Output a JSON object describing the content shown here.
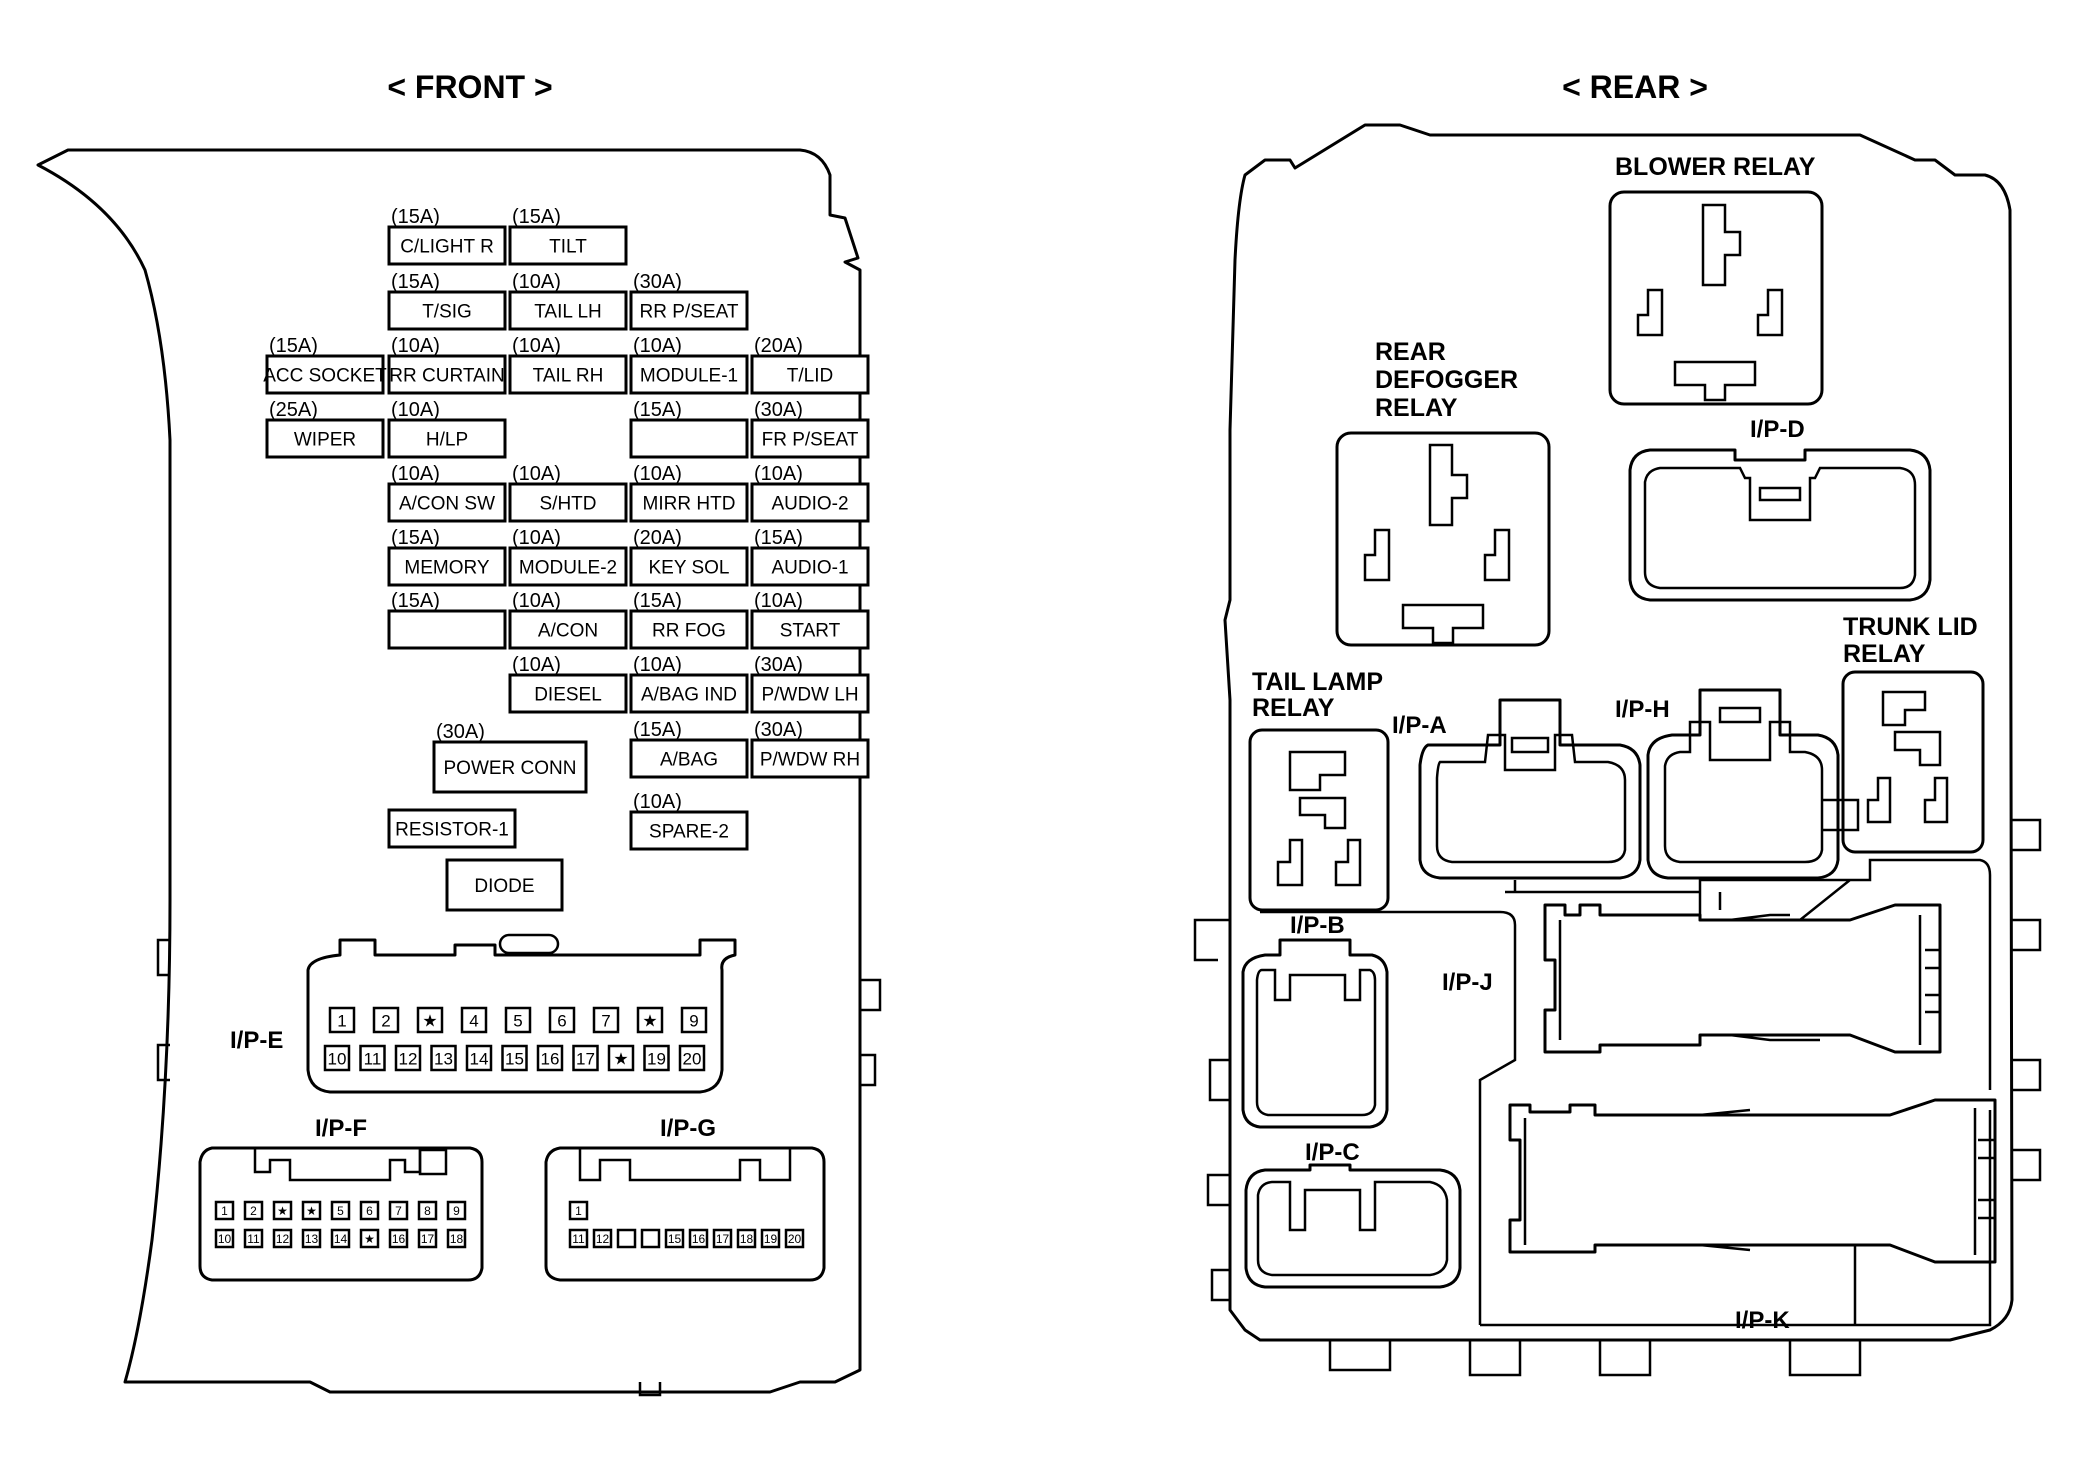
{
  "headings": {
    "front": "< FRONT >",
    "rear": "< REAR >"
  },
  "fuses": [
    {
      "amp": "(15A)",
      "label": "C/LIGHT R"
    },
    {
      "amp": "(15A)",
      "label": "TILT"
    },
    {
      "amp": "(15A)",
      "label": "T/SIG"
    },
    {
      "amp": "(10A)",
      "label": "TAIL LH"
    },
    {
      "amp": "(30A)",
      "label": "RR P/SEAT"
    },
    {
      "amp": "(15A)",
      "label": "ACC SOCKET"
    },
    {
      "amp": "(10A)",
      "label": "RR CURTAIN"
    },
    {
      "amp": "(10A)",
      "label": "TAIL RH"
    },
    {
      "amp": "(10A)",
      "label": "MODULE-1"
    },
    {
      "amp": "(20A)",
      "label": "T/LID"
    },
    {
      "amp": "(25A)",
      "label": "WIPER"
    },
    {
      "amp": "(10A)",
      "label": "H/LP"
    },
    {
      "amp": "(15A)",
      "label": ""
    },
    {
      "amp": "(30A)",
      "label": "FR P/SEAT"
    },
    {
      "amp": "(10A)",
      "label": "A/CON SW"
    },
    {
      "amp": "(10A)",
      "label": "S/HTD"
    },
    {
      "amp": "(10A)",
      "label": "MIRR HTD"
    },
    {
      "amp": "(10A)",
      "label": "AUDIO-2"
    },
    {
      "amp": "(15A)",
      "label": "MEMORY"
    },
    {
      "amp": "(10A)",
      "label": "MODULE-2"
    },
    {
      "amp": "(20A)",
      "label": "KEY SOL"
    },
    {
      "amp": "(15A)",
      "label": "AUDIO-1"
    },
    {
      "amp": "(15A)",
      "label": ""
    },
    {
      "amp": "(10A)",
      "label": "A/CON"
    },
    {
      "amp": "(15A)",
      "label": "RR FOG"
    },
    {
      "amp": "(10A)",
      "label": "START"
    },
    {
      "amp": "(10A)",
      "label": "DIESEL"
    },
    {
      "amp": "(10A)",
      "label": "A/BAG IND"
    },
    {
      "amp": "(30A)",
      "label": "P/WDW LH"
    },
    {
      "amp": "(30A)",
      "label": "POWER CONN"
    },
    {
      "amp": "(15A)",
      "label": "A/BAG"
    },
    {
      "amp": "(30A)",
      "label": "P/WDW RH"
    },
    {
      "amp": "",
      "label": "RESISTOR-1"
    },
    {
      "amp": "(10A)",
      "label": "SPARE-2"
    },
    {
      "amp": "",
      "label": "DIODE"
    }
  ],
  "connectors_front": {
    "ipe": {
      "label": "I/P-E",
      "top_pins": [
        "1",
        "2",
        "★",
        "4",
        "5",
        "6",
        "7",
        "★",
        "9"
      ],
      "bottom_pins": [
        "10",
        "11",
        "12",
        "13",
        "14",
        "15",
        "16",
        "17",
        "★",
        "19",
        "20"
      ]
    },
    "ipf": {
      "label": "I/P-F",
      "top_pins": [
        "1",
        "2",
        "★",
        "★",
        "5",
        "6",
        "7",
        "8",
        "9"
      ],
      "bottom_pins": [
        "10",
        "11",
        "12",
        "13",
        "14",
        "★",
        "16",
        "17",
        "18"
      ]
    },
    "ipg": {
      "label": "I/P-G",
      "top_pins": [
        "1"
      ],
      "bottom_pins": [
        "11",
        "12",
        "",
        "",
        "15",
        "16",
        "17",
        "18",
        "19",
        "20"
      ]
    }
  },
  "rear": {
    "relays": {
      "blower": "BLOWER RELAY",
      "defogger": [
        "REAR",
        "DEFOGGER",
        "RELAY"
      ],
      "tail_lamp": [
        "TAIL LAMP",
        "RELAY"
      ],
      "trunk_lid": [
        "TRUNK LID",
        "RELAY"
      ]
    },
    "connectors": {
      "ipa": "I/P-A",
      "ipb": "I/P-B",
      "ipc": "I/P-C",
      "ipd": "I/P-D",
      "iph": "I/P-H",
      "ipj": "I/P-J",
      "ipk": "I/P-K"
    }
  }
}
